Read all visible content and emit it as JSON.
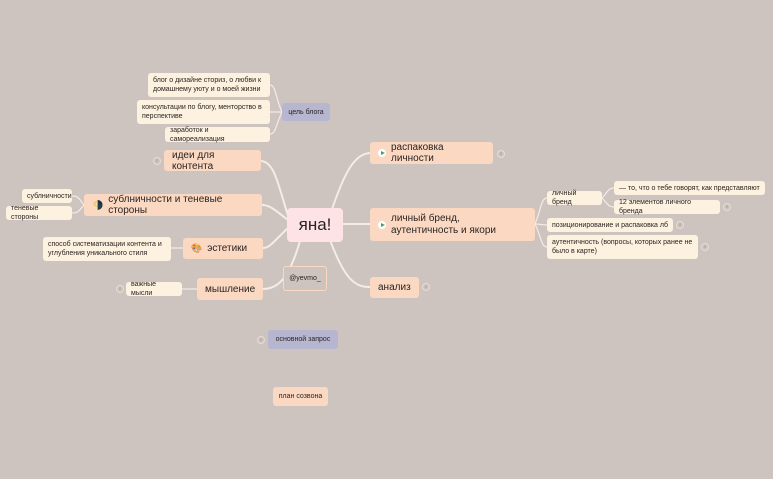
{
  "center": {
    "title": "яна!"
  },
  "handle": {
    "text": "@yevmo_"
  },
  "left_branches": {
    "content_ideas": {
      "label": "идеи для контента"
    },
    "shadow_sides": {
      "label": "сублничности и теневые стороны",
      "icon": "leaf-and-moon-icon"
    },
    "aesthetics": {
      "label": "эстетики",
      "icon": "palette-icon"
    },
    "thinking": {
      "label": "мышление"
    }
  },
  "blog_goal": {
    "label": "цель блога",
    "items": [
      "блог о дизайне сториз, о любви к домашнему уюту и о моей жизни",
      "консультации по блогу, менторство в перспективе",
      "заработок и самореализация"
    ]
  },
  "shadow_sub": [
    "сублничности",
    "теневые стороны"
  ],
  "aesthetics_sub": [
    "способ систематизации контента и углубления уникального стиля"
  ],
  "thinking_sub": [
    "важные мысли"
  ],
  "right_branches": {
    "unpacking": {
      "label": "распаковка личности"
    },
    "brand": {
      "label": "личный бренд, аутентичность и якори"
    },
    "analysis": {
      "label": "анализ"
    }
  },
  "brand_sub": {
    "personal_brand": "личный бренд",
    "personal_brand_items": [
      "— то, что о тебе говорят, как представляют",
      "12 элементов личного бренда"
    ],
    "positioning": "позиционирование и распаковка лб",
    "authenticity": "аутентичность (вопросы, которых ранее не было в карте)"
  },
  "floating": {
    "main_request": "основной запрос",
    "call_plan": "план созвона"
  },
  "colors": {
    "background": "#cdc3bf",
    "center": "#fde3e6",
    "main_node": "#fbd8c1",
    "sub_node": "#fdf1df",
    "blue_node": "#b7b6d1",
    "connector": "#f4ece6"
  }
}
